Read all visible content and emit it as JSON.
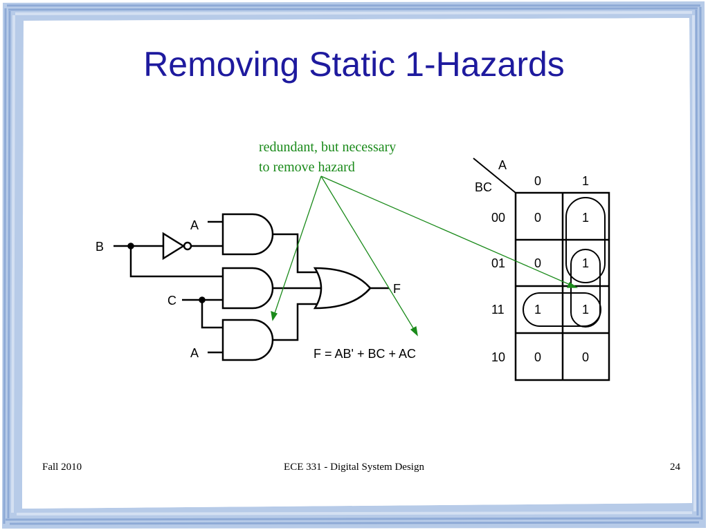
{
  "title": "Removing Static 1-Hazards",
  "annotation": {
    "line1": "redundant, but necessary",
    "line2": "to remove hazard"
  },
  "circuit": {
    "input_b": "B",
    "input_c": "C",
    "input_a_top": "A",
    "input_a_bottom": "A",
    "output": "F",
    "equation": "F = AB' + BC + AC"
  },
  "kmap": {
    "var_col": "A",
    "var_row": "BC",
    "col_headers": [
      "0",
      "1"
    ],
    "row_headers": [
      "00",
      "01",
      "11",
      "10"
    ],
    "cells": [
      [
        "0",
        "1"
      ],
      [
        "0",
        "1"
      ],
      [
        "1",
        "1"
      ],
      [
        "0",
        "0"
      ]
    ]
  },
  "footer": {
    "left": "Fall 2010",
    "center": "ECE 331 - Digital System Design",
    "right": "24"
  },
  "colors": {
    "title": "#1e1a9e",
    "annotation": "#1a8a1a",
    "frame": "#8eaad6"
  }
}
